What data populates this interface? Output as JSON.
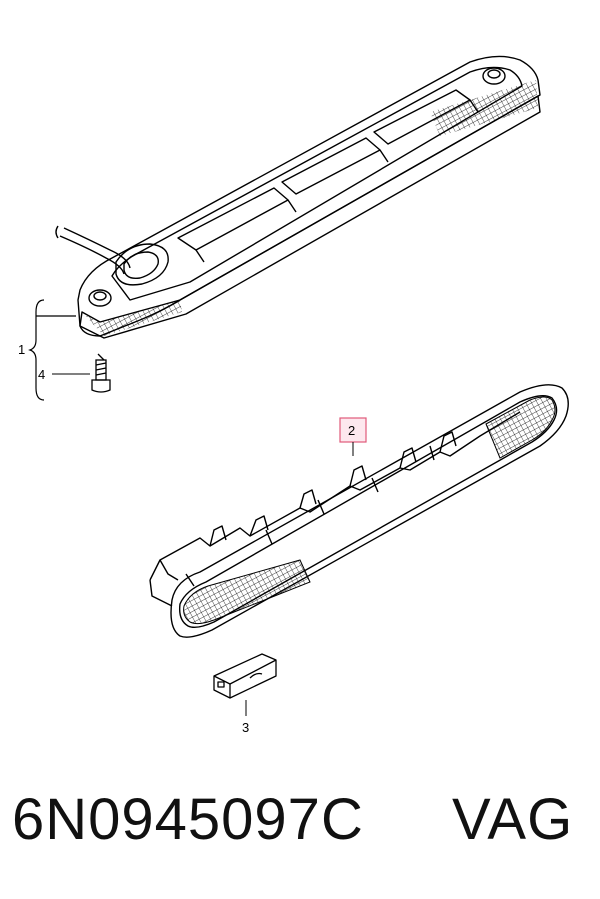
{
  "diagram": {
    "callouts": {
      "part_1": "1",
      "part_2": "2",
      "part_3": "3",
      "part_4": "4"
    },
    "highlight_color": "#e05a7a"
  },
  "footer": {
    "part_number": "6N0945097C",
    "brand": "VAG"
  }
}
